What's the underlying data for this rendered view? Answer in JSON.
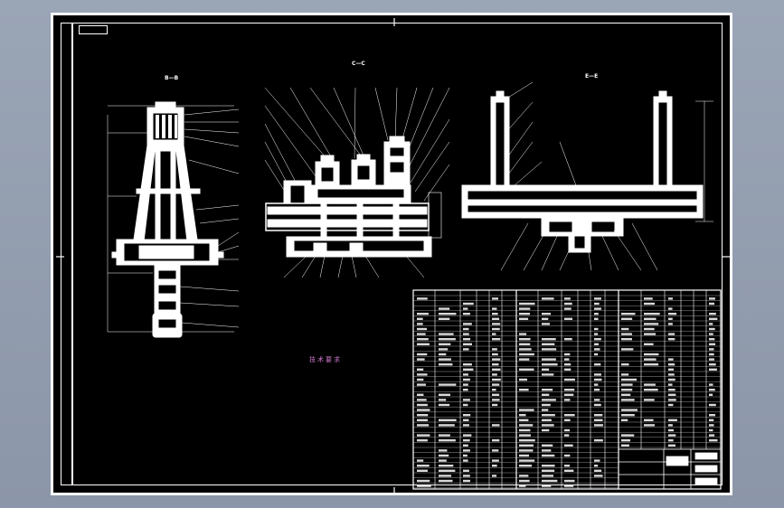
{
  "sheet": {
    "stamp_text": "",
    "colors": {
      "paper": "#000000",
      "lines": "#ffffff",
      "notes": "#cc66cc",
      "background": "#8d98aa"
    }
  },
  "views": {
    "left_label": "B—B",
    "middle_label": "C—C",
    "right_label": "E—E"
  },
  "notes": {
    "title": "技术要求",
    "lines": [
      "",
      "",
      "",
      "",
      "",
      ""
    ]
  }
}
